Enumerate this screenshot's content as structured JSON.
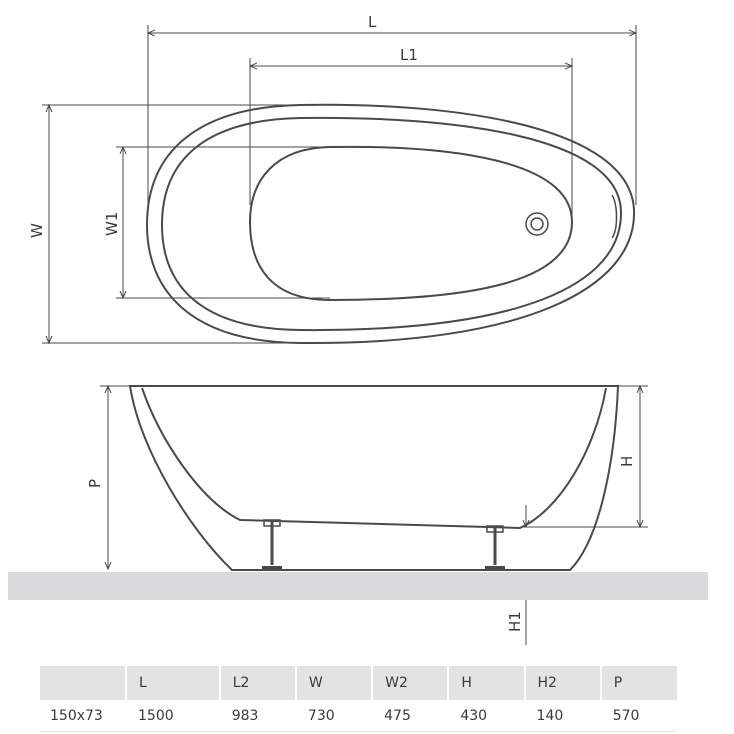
{
  "dimension_labels": {
    "L": "L",
    "L1": "L1",
    "W": "W",
    "W1": "W1",
    "P": "P",
    "H": "H",
    "H1": "H1"
  },
  "table": {
    "headers": [
      "",
      "L",
      "L2",
      "W",
      "W2",
      "H",
      "H2",
      "P"
    ],
    "rows": [
      [
        "150x73",
        "1500",
        "983",
        "730",
        "475",
        "430",
        "140",
        "570"
      ]
    ]
  },
  "colors": {
    "line": "#4a4a4a",
    "floor": "#d9dadb",
    "header_bg": "#e2e3e3"
  }
}
